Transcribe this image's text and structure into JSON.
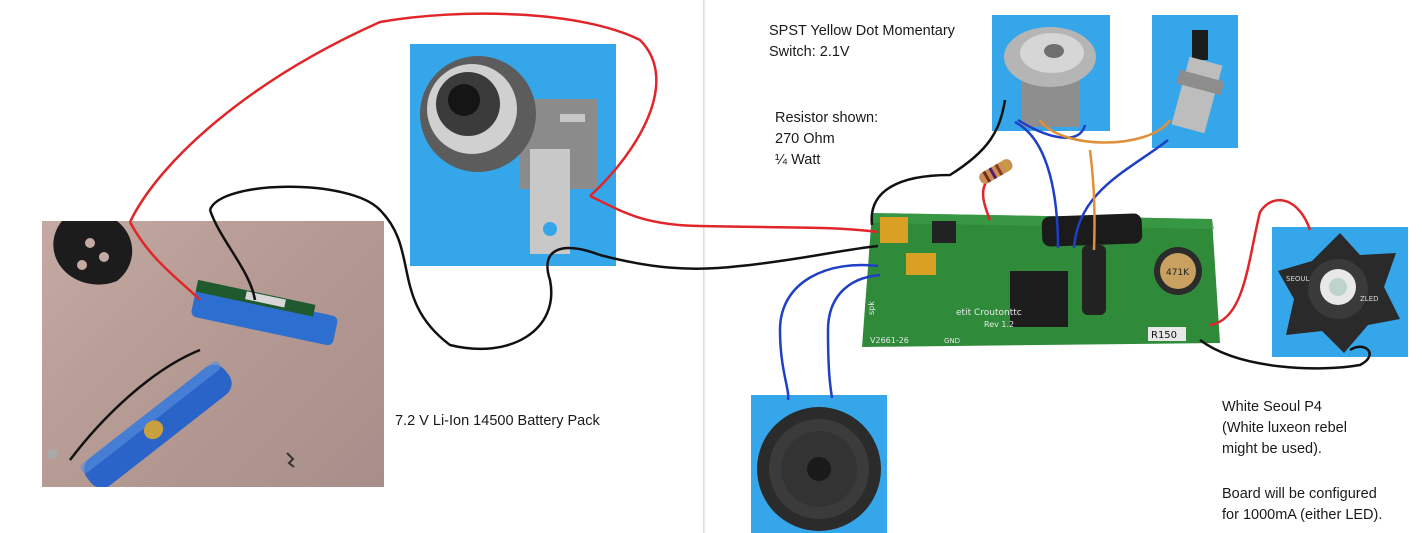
{
  "labels": {
    "switch_line1": "SPST Yellow Dot Momentary",
    "switch_line2": "Switch: 2.1V",
    "resistor_line1": "Resistor shown:",
    "resistor_line2": "270 Ohm",
    "resistor_line3": "¼ Watt",
    "battery": "7.2 V Li-Ion  14500 Battery Pack",
    "led_line1": "White Seoul P4",
    "led_line2": "(White luxeon rebel",
    "led_line3": "might be used).",
    "board_line1": "Board will be configured",
    "board_line2": "for 1000mA (either LED)."
  },
  "board_marks": {
    "brand": "etit Croutonttc",
    "rev": "Rev 1.2",
    "code": "V2661-26",
    "spk": "spk",
    "gnd": "GND",
    "resistor": "R150",
    "inductor": "471K"
  },
  "led_marks": {
    "left": "SEOUL",
    "right": "ZLED"
  },
  "colors": {
    "wire_red": "#e0262a",
    "wire_black": "#111111",
    "wire_blue": "#1f3fc4",
    "wire_orange": "#e0903a",
    "sky_blue": "#35a6ea",
    "pcb_green": "#2f8a3a"
  }
}
